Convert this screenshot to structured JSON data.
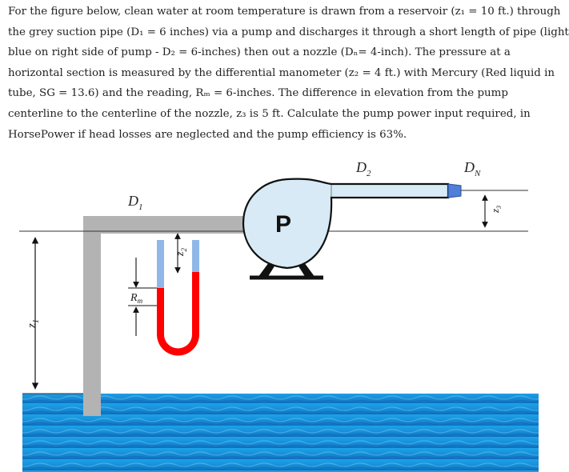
{
  "problem": {
    "lines": [
      "For the figure below, clean water at room temperature is drawn from a reservoir (z₁ = 10 ft.) through",
      "the grey suction pipe (D₁ = 6 inches) via a pump and discharges it through a short length of pipe (light",
      "blue on right side of pump - D₂ = 6-inches) then out a nozzle (Dₙ= 4-inch).  The pressure at a",
      "horizontal section is measured by the differential manometer (z₂ = 4 ft.) with Mercury (Red liquid in",
      "tube, SG = 13.6) and the reading, Rₘ = 6-inches.  The difference in elevation from the pump",
      "centerline to the centerline of the nozzle, z₃ is 5 ft.  Calculate the pump power input required, in",
      "HorsePower if head losses are neglected and the pump efficiency is 63%."
    ]
  },
  "figure": {
    "pump_label": "P",
    "d1_label": "D",
    "d1_sub": "1",
    "d2_label": "D",
    "d2_sub": "2",
    "dn_label": "D",
    "dn_sub": "N",
    "z1_label": "z",
    "z1_sub": "1",
    "z2_label": "z",
    "z2_sub": "2",
    "z3_label": "z",
    "z3_sub": "3",
    "rm_label": "R",
    "rm_sub": "m"
  },
  "colors": {
    "water": "#1e9fe0",
    "suction_pipe": "#b3b3b3",
    "discharge_pipe": "#d7eaf5",
    "mercury": "#ff0000",
    "manometer_water": "#8fb8e8",
    "nozzle": "#4f7fd6"
  }
}
